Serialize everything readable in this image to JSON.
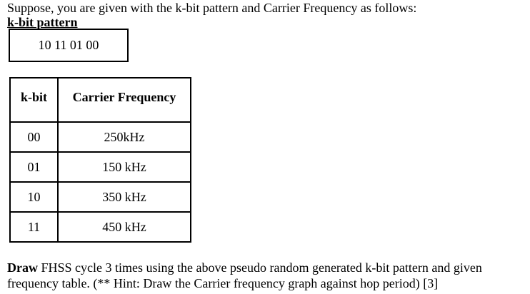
{
  "intro_line": "Suppose, you are given with the k-bit pattern and Carrier Frequency as follows:",
  "kbit_pattern": {
    "label": "k-bit pattern",
    "value": "10 11 01 00"
  },
  "frequency_table": {
    "headers": [
      "k-bit",
      "Carrier Frequency"
    ],
    "rows": [
      {
        "kbit": "00",
        "frequency": "250kHz"
      },
      {
        "kbit": "01",
        "frequency": "150 kHz"
      },
      {
        "kbit": "10",
        "frequency": "350 kHz"
      },
      {
        "kbit": "11",
        "frequency": "450 kHz"
      }
    ]
  },
  "question": {
    "bold_word": "Draw",
    "line1_rest": " FHSS cycle 3 times using the above pseudo random generated k-bit pattern and given",
    "line2": "frequency table. (** Hint: Draw the Carrier frequency graph against hop period) [3]"
  },
  "colors": {
    "text": "#000000",
    "background": "#ffffff",
    "border": "#000000"
  }
}
